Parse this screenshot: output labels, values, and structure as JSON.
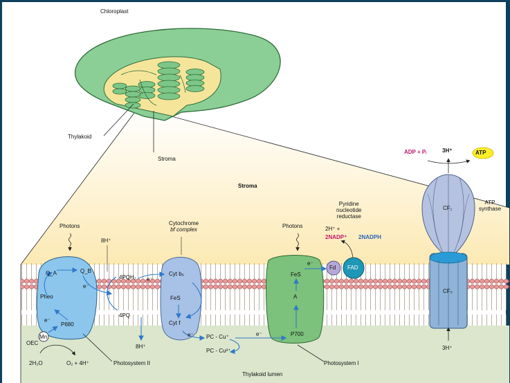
{
  "labels": {
    "chloroplast": "Chloroplast",
    "thylakoid": "Thylakoid",
    "stroma_top": "Stroma",
    "stroma": "Stroma",
    "photons_1": "Photons",
    "photons_2": "Photons",
    "h8": "8H⁺",
    "cytochrome_line1": "Cytochrome",
    "cytochrome_line2": "bf complex",
    "pyridine_line1": "Pyridine",
    "pyridine_line2": "nucleotide",
    "pyridine_line3": "reductase",
    "h2_plus": "2H⁺ +",
    "nadp": "2NADP⁺",
    "nadph": "2NADPH",
    "adp": "ADP + Pᵢ",
    "h3_top": "3H⁺",
    "atp": "ATP",
    "atp_syn_line1": "ATP",
    "atp_syn_line2": "synthase",
    "cf1": "CF₁",
    "cf0": "CF₀",
    "qa": "Q_A",
    "qb": "Q_B",
    "e_minus_1": "e⁻",
    "e_minus_2": "e⁻",
    "e_minus_3": "e⁻",
    "e_minus_4": "e⁻",
    "e_minus_5": "e⁻",
    "e_minus_6": "e⁻",
    "pheo": "Pheo",
    "p680": "P680",
    "mn": "Mn",
    "oec": "OEC",
    "pqh2": "4PQH₂",
    "pq": "4PQ",
    "cytb6": "Cyt b₆",
    "fes_1": "FeS",
    "cytf": "Cyt f",
    "fes_2": "FeS",
    "a_label": "A",
    "p700": "P700",
    "fd": "Fd",
    "fad": "FAD",
    "pc_cu_plus": "PC - Cu⁺",
    "pc_cu_2plus": "PC - Cu²⁺",
    "h8_lumen": "8H⁺",
    "h2o": "2H₂O",
    "o2": "O₂ + 4H⁺",
    "psii": "Photosystem II",
    "psi": "Photosystem I",
    "lumen": "Thylakoid lumen",
    "h3_lumen": "3H⁺"
  },
  "colors": {
    "frame": "#0e3f5c",
    "background": "#ffffff",
    "stroma_yellow": "#fdf0c6",
    "lumen_green": "#dbe6cd",
    "lipid_head": "#e79a9a",
    "chloroplast_green": "#8ccf96",
    "psii_blue": "#8cc6ec",
    "psi_green": "#7cc17c",
    "cyt_blue": "#a8c1e6",
    "atp_synthase": "#b5c2e0",
    "atp_yellow": "#ffee2a",
    "adp_magenta": "#c0186b",
    "nadph_blue": "#2a63b8",
    "arrow_blue": "#2f79c8"
  }
}
